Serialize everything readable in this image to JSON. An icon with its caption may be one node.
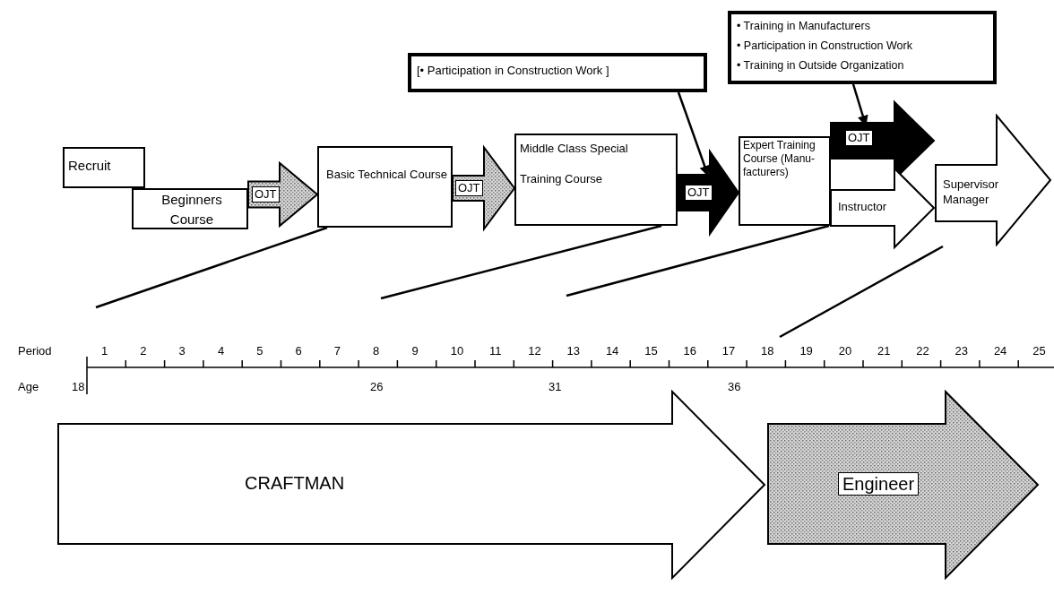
{
  "diagram": {
    "nodes": [
      {
        "text": [
          "Recruit"
        ]
      },
      {
        "text": [
          "Beginners Course"
        ]
      },
      {
        "text": [
          "Basic Technical Course"
        ]
      },
      {
        "text": [
          "Middle Class Special",
          "Training Course"
        ]
      },
      {
        "text": [
          "Expert Training Course (Manu- facturers)"
        ]
      },
      {
        "text": [
          "Supervisor Manager"
        ]
      },
      {
        "text": [
          "[• Participation in Construction Work ]"
        ]
      },
      {
        "text": [
          "• Training in Manufacturers",
          "• Participation in Construction Work",
          "• Training in Outside Organization"
        ]
      },
      {
        "text": [
          "CRAFTMAN"
        ]
      },
      {
        "text": [
          "Engineer"
        ]
      }
    ],
    "edges": [
      {
        "from": 1,
        "to": 2,
        "arrow": "to",
        "label": "OJT",
        "style": "thick",
        "color": "#c4c4c4"
      },
      {
        "from": 2,
        "to": 3,
        "arrow": "to",
        "label": "OJT",
        "style": "thick",
        "color": "#c4c4c4"
      },
      {
        "from": 3,
        "to": 4,
        "arrow": "to",
        "label": "OJT",
        "style": "thick"
      },
      {
        "from": 4,
        "to": 5,
        "arrow": "to",
        "label": "OJT",
        "style": "thick"
      },
      {
        "from": 4,
        "to": 5,
        "arrow": "to",
        "label": "Instructor",
        "style": "thick",
        "color": "#ffffff"
      },
      {
        "from": 6,
        "to": null,
        "arrow": "to"
      },
      {
        "from": 7,
        "to": null,
        "arrow": "to"
      },
      {
        "from": 2,
        "to": null,
        "arrow": "none"
      },
      {
        "from": 3,
        "to": null,
        "arrow": "none"
      },
      {
        "from": 4,
        "to": null,
        "arrow": "none"
      },
      {
        "from": 5,
        "to": null,
        "arrow": "none"
      }
    ],
    "labels": [
      "Period",
      "1",
      "2",
      "3",
      "4",
      "5",
      "6",
      "7",
      "8",
      "9",
      "10",
      "11",
      "12",
      "13",
      "14",
      "15",
      "16",
      "17",
      "18",
      "19",
      "20",
      "21",
      "22",
      "23",
      "24",
      "25",
      "Age",
      "18",
      "26",
      "31",
      "36"
    ]
  }
}
